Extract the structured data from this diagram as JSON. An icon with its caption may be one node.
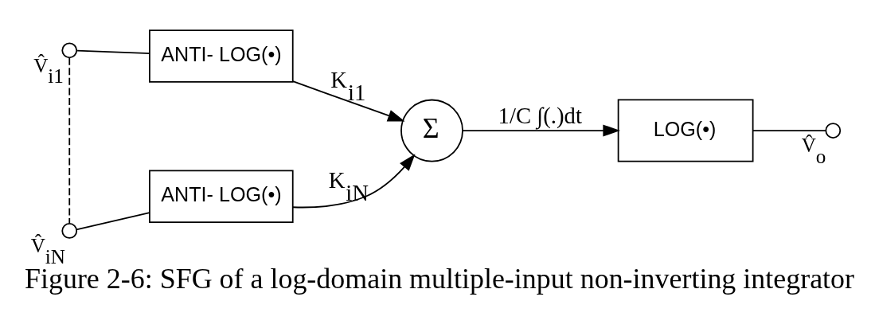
{
  "diagram": {
    "caption": "Figure 2-6: SFG of a log-domain multiple-input non-inverting integrator",
    "nodes": [
      {
        "text": [],
        "shape": "circle",
        "beside": [
          "V̂$_{i1}$"
        ]
      },
      {
        "text": [],
        "shape": "circle",
        "beside": [
          "V̂$_{iN}$"
        ]
      },
      {
        "text": [
          "ANTI- LOG(•)"
        ]
      },
      {
        "text": [
          "ANTI- LOG(•)"
        ]
      },
      {
        "text": [
          "Σ"
        ]
      },
      {
        "text": [
          "LOG(•)"
        ]
      },
      {
        "text": [],
        "shape": "circle",
        "beside": [
          "V̂$_{o}$"
        ]
      }
    ],
    "edges": [
      {
        "from": 0,
        "to": 2,
        "arrow": "none"
      },
      {
        "from": 1,
        "to": 3,
        "arrow": "none"
      },
      {
        "from": 0,
        "to": 1,
        "arrow": "none",
        "style": "dashed"
      },
      {
        "from": 2,
        "to": 4,
        "arrow": "to",
        "label": "K$_{i1}$"
      },
      {
        "from": 3,
        "to": 4,
        "arrow": "to",
        "label": "K$_{iN}$"
      },
      {
        "from": 4,
        "to": 5,
        "arrow": "to",
        "label": "1/C ∫(.)dt"
      },
      {
        "from": 5,
        "to": 6,
        "arrow": "none"
      }
    ]
  }
}
